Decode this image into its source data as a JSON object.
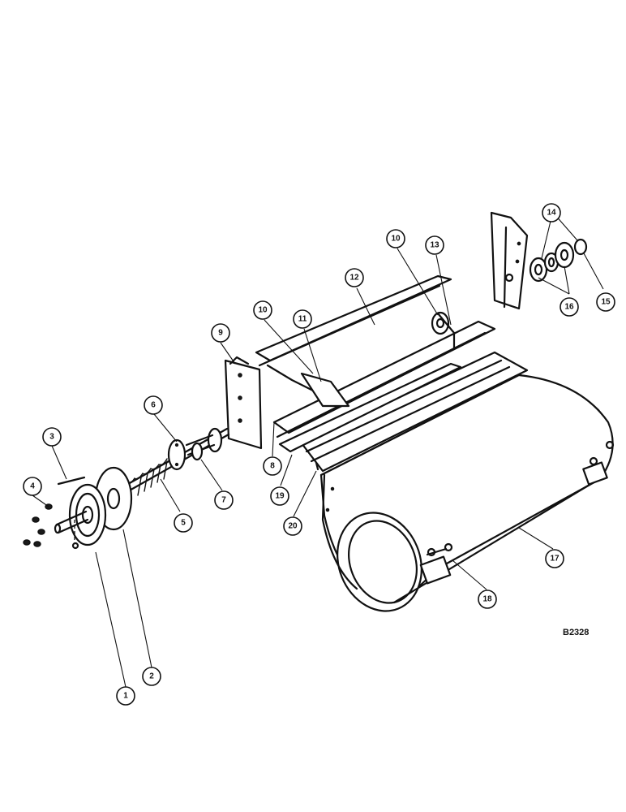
{
  "drawing_id": "B2328",
  "callouts": [
    {
      "label": "1"
    },
    {
      "label": "2"
    },
    {
      "label": "3"
    },
    {
      "label": "4"
    },
    {
      "label": "5"
    },
    {
      "label": "6"
    },
    {
      "label": "7"
    },
    {
      "label": "8"
    },
    {
      "label": "9"
    },
    {
      "label": "10"
    },
    {
      "label": "10"
    },
    {
      "label": "11"
    },
    {
      "label": "12"
    },
    {
      "label": "13"
    },
    {
      "label": "14"
    },
    {
      "label": "15"
    },
    {
      "label": "16"
    },
    {
      "label": "17"
    },
    {
      "label": "18"
    },
    {
      "label": "19"
    },
    {
      "label": "20"
    }
  ]
}
